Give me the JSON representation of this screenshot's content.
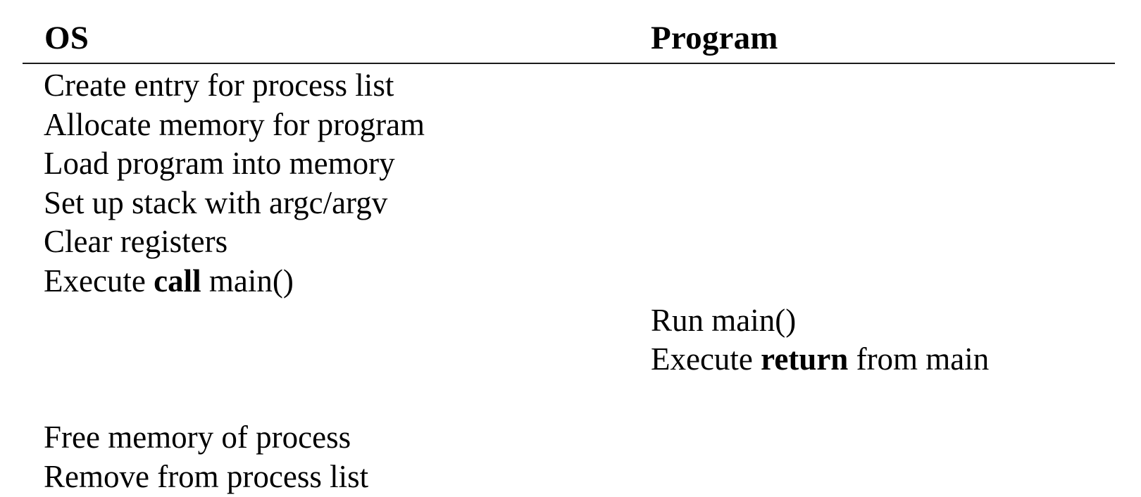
{
  "table": {
    "columns": [
      {
        "id": "os",
        "header": "OS"
      },
      {
        "id": "program",
        "header": "Program"
      }
    ],
    "rule_color": "#1b1b1b",
    "os_rows": [
      {
        "kind": "text",
        "text": "Create entry for process list"
      },
      {
        "kind": "text",
        "text": "Allocate memory for program"
      },
      {
        "kind": "text",
        "text": "Load program into memory"
      },
      {
        "kind": "text",
        "text": "Set up stack with argc/argv"
      },
      {
        "kind": "text",
        "text": "Clear registers"
      },
      {
        "kind": "rich",
        "pre": "Execute ",
        "bold": "call",
        "post": " main()"
      },
      {
        "kind": "blank",
        "text": ""
      },
      {
        "kind": "blank",
        "text": ""
      },
      {
        "kind": "blank",
        "text": ""
      },
      {
        "kind": "text",
        "text": "Free memory of process"
      },
      {
        "kind": "text",
        "text": "Remove from process list"
      }
    ],
    "program_rows": [
      {
        "kind": "blank",
        "text": ""
      },
      {
        "kind": "blank",
        "text": ""
      },
      {
        "kind": "blank",
        "text": ""
      },
      {
        "kind": "blank",
        "text": ""
      },
      {
        "kind": "blank",
        "text": ""
      },
      {
        "kind": "blank",
        "text": ""
      },
      {
        "kind": "text",
        "text": "Run main()"
      },
      {
        "kind": "rich",
        "pre": "Execute ",
        "bold": "return",
        "post": " from main"
      },
      {
        "kind": "blank",
        "text": ""
      },
      {
        "kind": "blank",
        "text": ""
      },
      {
        "kind": "blank",
        "text": ""
      }
    ]
  }
}
